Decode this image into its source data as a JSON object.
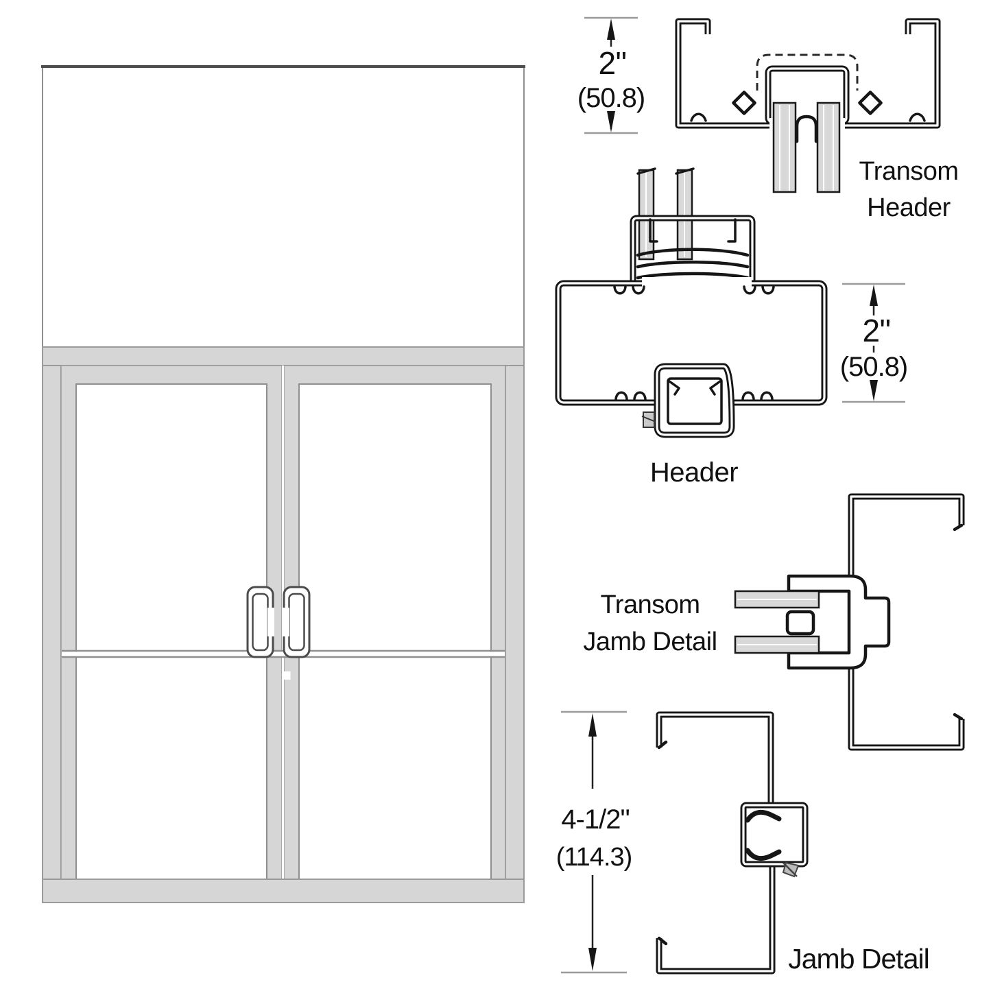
{
  "colors": {
    "background": "#ffffff",
    "line_art": "#161616",
    "dimension_line": "#9a9a9a",
    "frame_fill": "#d6d6d7",
    "frame_stroke": "#9a9a9a",
    "metal_fill": "#d8d8d9",
    "text": "#111111"
  },
  "elevation": {
    "name": "double-door-with-transom-elevation"
  },
  "details": {
    "transom_header": {
      "label_lines": [
        "Transom",
        "Header"
      ],
      "dimension": {
        "inches": "2\"",
        "millimeters": "(50.8)"
      }
    },
    "header": {
      "label": "Header",
      "dimension": {
        "inches": "2\"",
        "millimeters": "(50.8)"
      }
    },
    "transom_jamb": {
      "label_lines": [
        "Transom",
        "Jamb Detail"
      ]
    },
    "jamb": {
      "label": "Jamb Detail",
      "dimension": {
        "inches": "4-1/2\"",
        "millimeters": "(114.3)"
      }
    }
  }
}
